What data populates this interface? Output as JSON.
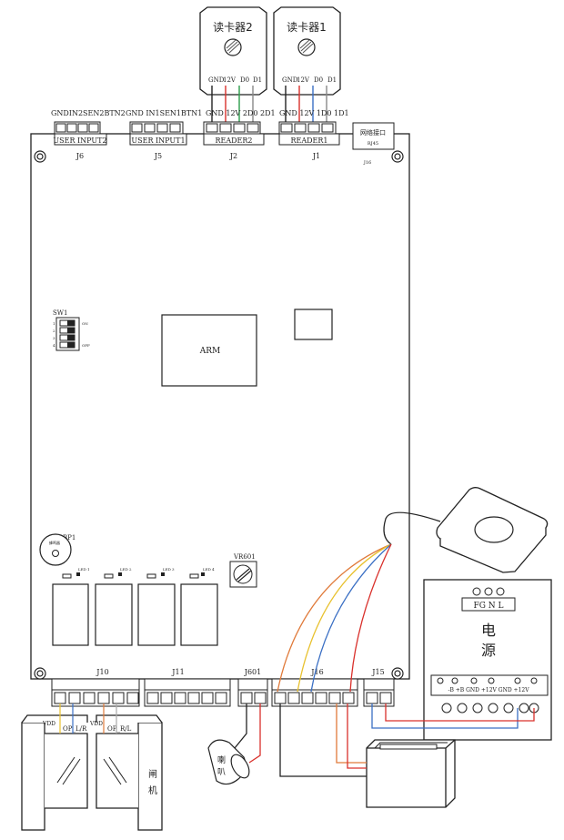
{
  "readers": {
    "reader2": {
      "title": "读卡器2",
      "pins": [
        "GND",
        "12V",
        "D0",
        "D1"
      ]
    },
    "reader1": {
      "title": "读卡器1",
      "pins": [
        "GND",
        "12V",
        "D0",
        "D1"
      ]
    }
  },
  "top_connectors": {
    "j6": {
      "pins": "GNDIN2SEN2BTN2",
      "label": "USER  INPUT2",
      "id": "J6"
    },
    "j5": {
      "pins": "GND IN1SEN1BTN1",
      "label": "USER  INPUT1",
      "id": "J5"
    },
    "j2": {
      "pins": "GND 12V 2D0 2D1",
      "label": "READER2",
      "id": "J2"
    },
    "j1": {
      "pins": "GND 12V 1D0 1D1",
      "label": "READER1",
      "id": "J1"
    },
    "network": {
      "label": "网络接口",
      "sub": "RJ45",
      "id": "J16"
    }
  },
  "board": {
    "sw1": "SW1",
    "sw_on": "ON",
    "sw_off": "OFF",
    "sw_nums": [
      "1",
      "2",
      "3",
      "4"
    ],
    "arm": "ARM",
    "bp1": "BP1",
    "buzzer": "蜂鸣器",
    "leds": [
      "LED 1",
      "LED 2",
      "LED 3",
      "LED 4"
    ],
    "vr601": "VR601"
  },
  "bottom_connectors": {
    "j10": "J10",
    "j11": "J11",
    "j601": "J601",
    "j16": "J16",
    "j15": "J15"
  },
  "gate": {
    "vdd1": "VDD",
    "op1": "OP_L/R",
    "vdd2": "VDD",
    "op2": "OP_R/L",
    "label_top": "闸",
    "label_bottom": "机"
  },
  "speaker": {
    "line1": "喇",
    "line2": "叭"
  },
  "power": {
    "top": "FG  N  L",
    "title1": "电",
    "title2": "源",
    "terminals": "-B  +B  GND  +12V  GND  +12V"
  }
}
